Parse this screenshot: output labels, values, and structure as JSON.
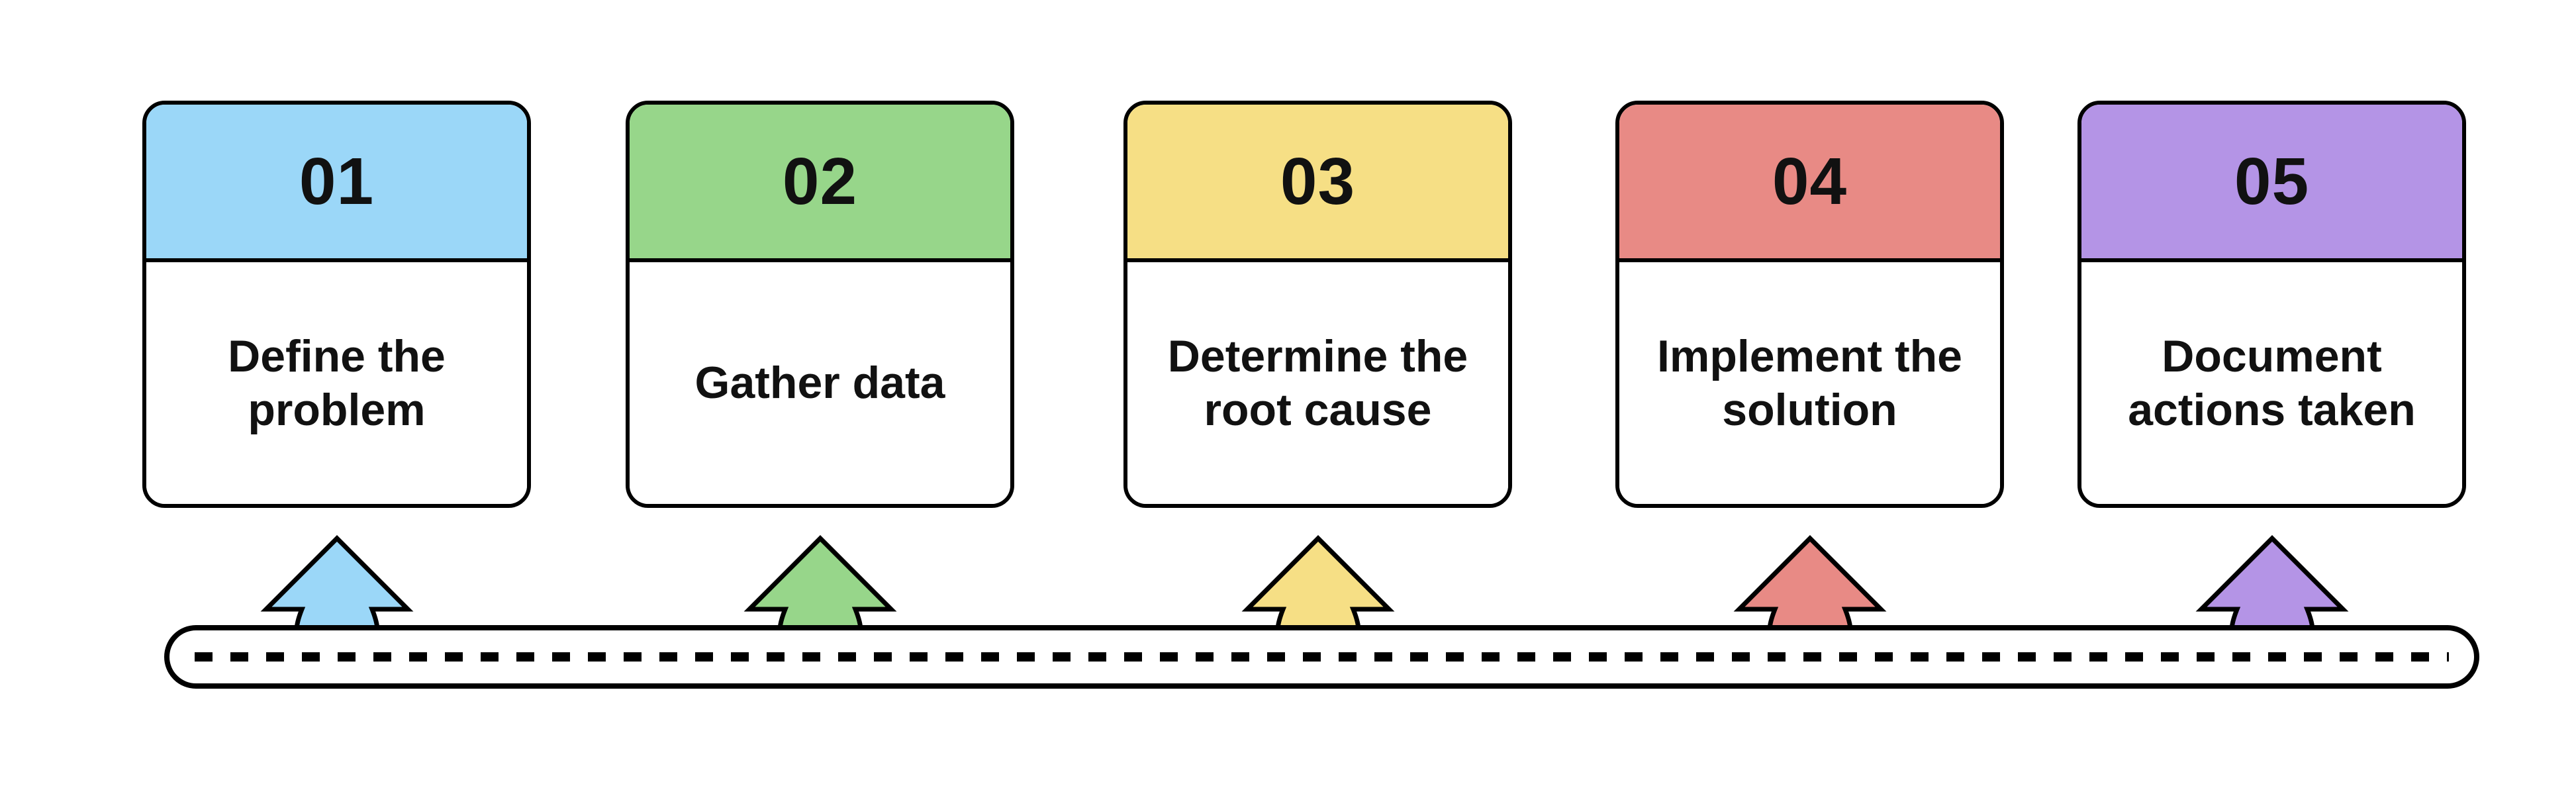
{
  "diagram": {
    "type": "process-roadmap",
    "title": "",
    "step_count": 5,
    "road": {
      "shape": "stadium-pill",
      "outline_color": "#000000",
      "fill_color": "#ffffff",
      "center_line_style": "dashed",
      "center_line_color": "#000000",
      "dash_length": 27,
      "dash_gap": 27
    },
    "steps": [
      {
        "number": "01",
        "label": "Define the problem",
        "color": "#9BD7F8",
        "arrow_icon": "up-arrow-icon"
      },
      {
        "number": "02",
        "label": "Gather data",
        "color": "#97D68A",
        "arrow_icon": "up-arrow-icon"
      },
      {
        "number": "03",
        "label": "Determine the root cause",
        "color": "#F6DF85",
        "arrow_icon": "up-arrow-icon"
      },
      {
        "number": "04",
        "label": "Implement the solution",
        "color": "#E88A85",
        "arrow_icon": "up-arrow-icon"
      },
      {
        "number": "05",
        "label": "Document actions taken",
        "color": "#B494E6",
        "arrow_icon": "up-arrow-icon"
      }
    ]
  }
}
